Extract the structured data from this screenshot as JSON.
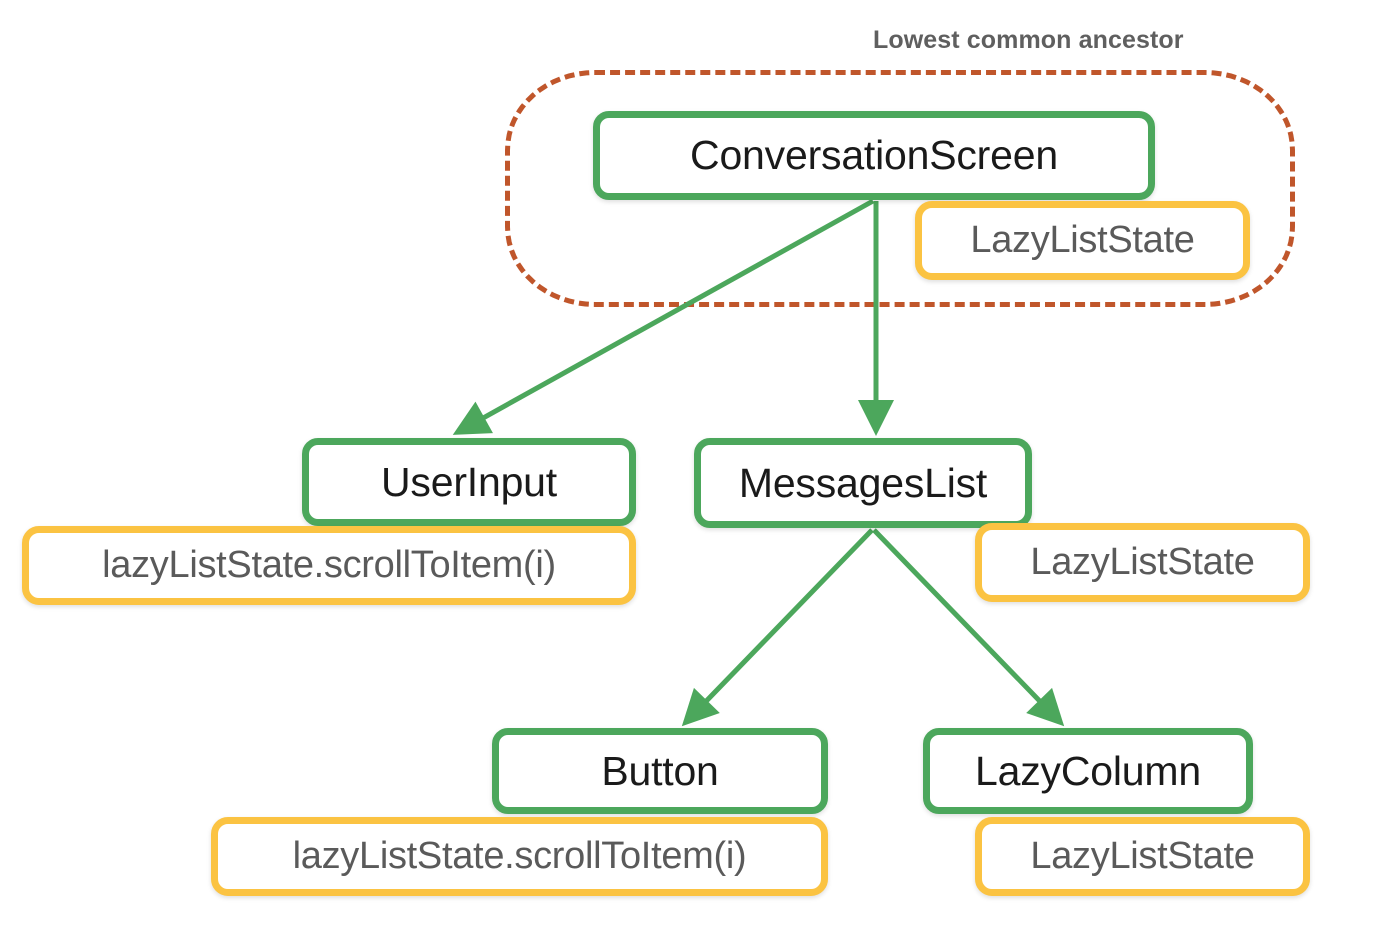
{
  "diagram": {
    "title": "Lowest common ancestor",
    "type": "composable-hierarchy-tree",
    "colors": {
      "composable_border": "#4CA75C",
      "state_border": "#FBC342",
      "group_border": "#C0562B",
      "arrow": "#4CA75C",
      "node_text": "#1a1a1a",
      "state_text": "#5a5a5a",
      "label_text": "#5f5f5f",
      "background": "#ffffff"
    }
  },
  "annotations": {
    "lowest_common_ancestor_label": "Lowest common ancestor"
  },
  "nodes": {
    "conversation_screen": {
      "label": "ConversationScreen",
      "kind": "composable"
    },
    "user_input": {
      "label": "UserInput",
      "kind": "composable"
    },
    "messages_list": {
      "label": "MessagesList",
      "kind": "composable"
    },
    "button": {
      "label": "Button",
      "kind": "composable"
    },
    "lazy_column": {
      "label": "LazyColumn",
      "kind": "composable"
    }
  },
  "state_boxes": {
    "conversation_screen_state": {
      "label": "LazyListState",
      "attached_to": "ConversationScreen"
    },
    "user_input_call": {
      "label": "lazyListState.scrollToItem(i)",
      "attached_to": "UserInput"
    },
    "messages_list_state": {
      "label": "LazyListState",
      "attached_to": "MessagesList"
    },
    "button_call": {
      "label": "lazyListState.scrollToItem(i)",
      "attached_to": "Button"
    },
    "lazy_column_state": {
      "label": "LazyListState",
      "attached_to": "LazyColumn"
    }
  },
  "edges": [
    {
      "from": "ConversationScreen",
      "to": "UserInput"
    },
    {
      "from": "ConversationScreen",
      "to": "MessagesList"
    },
    {
      "from": "MessagesList",
      "to": "Button"
    },
    {
      "from": "MessagesList",
      "to": "LazyColumn"
    }
  ],
  "group": {
    "name": "Lowest common ancestor",
    "contains": [
      "ConversationScreen",
      "LazyListState"
    ]
  }
}
